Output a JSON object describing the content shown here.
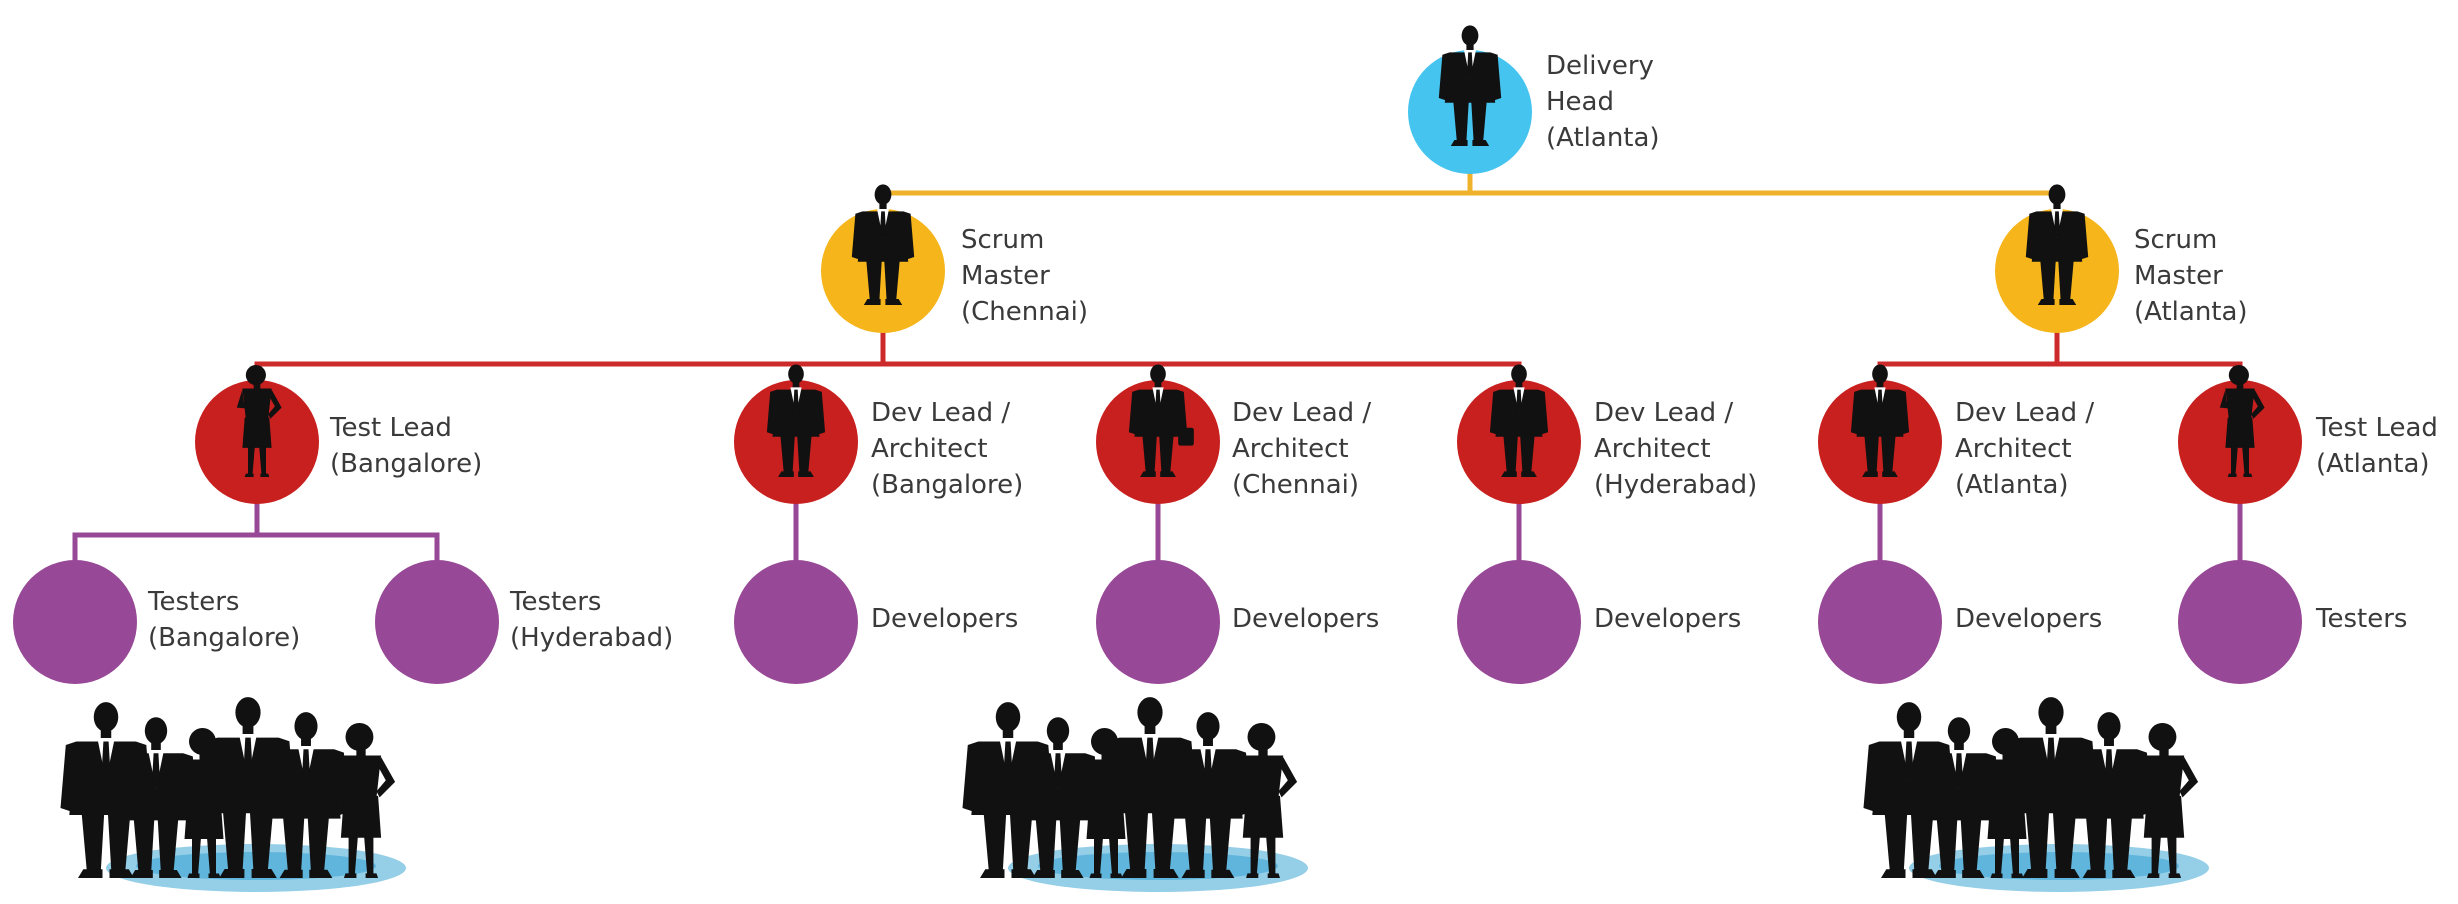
{
  "colors": {
    "head": "#45c4ef",
    "scrum": "#f5b51b",
    "lead": "#c8201f",
    "team": "#974896",
    "line_gold": "#efb22b",
    "line_red": "#cd2a2b",
    "line_purple": "#974896",
    "silhouette": "#111111",
    "shirt": "#ffffff",
    "platform": "#5ab3da"
  },
  "nodes": {
    "delivery_head": {
      "label": "Delivery\nHead\n(Atlanta)",
      "level": "head",
      "icon": "businessman-standing-icon"
    },
    "scrum_chennai": {
      "label": "Scrum\nMaster\n(Chennai)",
      "level": "scrum",
      "icon": "businessman-standing-icon"
    },
    "scrum_atlanta": {
      "label": "Scrum\nMaster\n(Atlanta)",
      "level": "scrum",
      "icon": "businessman-standing-icon"
    },
    "test_lead_bangalore": {
      "label": "Test Lead\n(Bangalore)",
      "level": "lead",
      "icon": "woman-pose-icon"
    },
    "dev_lead_bangalore": {
      "label": "Dev Lead /\nArchitect\n(Bangalore)",
      "level": "lead",
      "icon": "businessman-standing-icon"
    },
    "dev_lead_chennai": {
      "label": "Dev Lead /\nArchitect\n(Chennai)",
      "level": "lead",
      "icon": "businessman-briefcase-icon"
    },
    "dev_lead_hyderabad": {
      "label": "Dev Lead /\nArchitect\n(Hyderabad)",
      "level": "lead",
      "icon": "businessman-standing-icon"
    },
    "dev_lead_atlanta": {
      "label": "Dev Lead /\nArchitect\n(Atlanta)",
      "level": "lead",
      "icon": "businessman-standing-icon"
    },
    "test_lead_atlanta": {
      "label": "Test Lead\n(Atlanta)",
      "level": "lead",
      "icon": "woman-pose-icon"
    },
    "testers_bangalore": {
      "label": "Testers\n(Bangalore)",
      "level": "team"
    },
    "testers_hyderabad": {
      "label": "Testers\n(Hyderabad)",
      "level": "team"
    },
    "developers_1": {
      "label": "Developers",
      "level": "team"
    },
    "developers_2": {
      "label": "Developers",
      "level": "team"
    },
    "developers_3": {
      "label": "Developers",
      "level": "team"
    },
    "developers_4": {
      "label": "Developers",
      "level": "team"
    },
    "testers_atlanta": {
      "label": "Testers",
      "level": "team"
    }
  },
  "edges": [
    [
      "delivery_head",
      "scrum_chennai"
    ],
    [
      "delivery_head",
      "scrum_atlanta"
    ],
    [
      "scrum_chennai",
      "test_lead_bangalore"
    ],
    [
      "scrum_chennai",
      "dev_lead_bangalore"
    ],
    [
      "scrum_chennai",
      "dev_lead_chennai"
    ],
    [
      "scrum_chennai",
      "dev_lead_hyderabad"
    ],
    [
      "scrum_atlanta",
      "dev_lead_atlanta"
    ],
    [
      "scrum_atlanta",
      "test_lead_atlanta"
    ],
    [
      "test_lead_bangalore",
      "testers_bangalore"
    ],
    [
      "test_lead_bangalore",
      "testers_hyderabad"
    ],
    [
      "dev_lead_bangalore",
      "developers_1"
    ],
    [
      "dev_lead_chennai",
      "developers_2"
    ],
    [
      "dev_lead_hyderabad",
      "developers_3"
    ],
    [
      "dev_lead_atlanta",
      "developers_4"
    ],
    [
      "test_lead_atlanta",
      "testers_atlanta"
    ]
  ],
  "team_groups": [
    {
      "icon": "business-team-group-icon"
    },
    {
      "icon": "business-team-group-icon"
    },
    {
      "icon": "business-team-group-icon"
    }
  ]
}
